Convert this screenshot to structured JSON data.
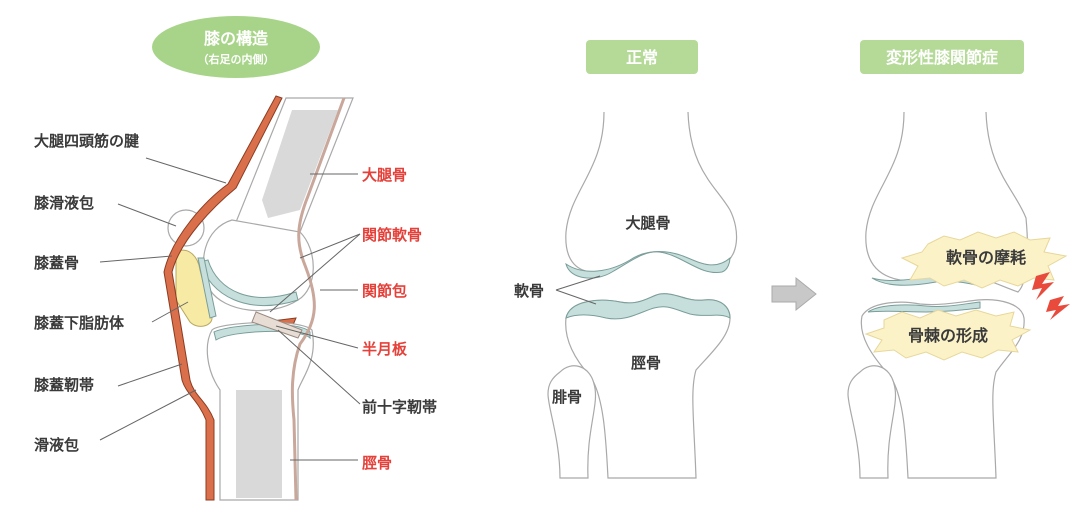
{
  "anatomy": {
    "title": "膝の構造",
    "subtitle": "（右足の内側）",
    "left_labels": [
      "大腿四頭筋の腱",
      "膝滑液包",
      "膝蓋骨",
      "膝蓋下脂肪体",
      "膝蓋靭帯",
      "滑液包"
    ],
    "right_labels": [
      "大腿骨",
      "関節軟骨",
      "関節包",
      "半月板",
      "前十字靭帯",
      "脛骨"
    ]
  },
  "normal": {
    "title": "正常",
    "labels": {
      "femur": "大腿骨",
      "cartilage": "軟骨",
      "tibia": "脛骨",
      "fibula": "腓骨"
    }
  },
  "oa": {
    "title": "変形性膝関節症",
    "wear": "軟骨の摩耗",
    "spur": "骨棘の形成"
  },
  "colors": {
    "pill_green": "#a8d48a",
    "pill_green_light": "#b5da98",
    "tendon_orange": "#d9704b",
    "patella_yellow": "#f7eaa5",
    "cartilage_teal": "#c6dfdc",
    "label_red": "#e5413a",
    "burst_yellow": "#fbf2c8",
    "lightning_red": "#e84a3c"
  }
}
